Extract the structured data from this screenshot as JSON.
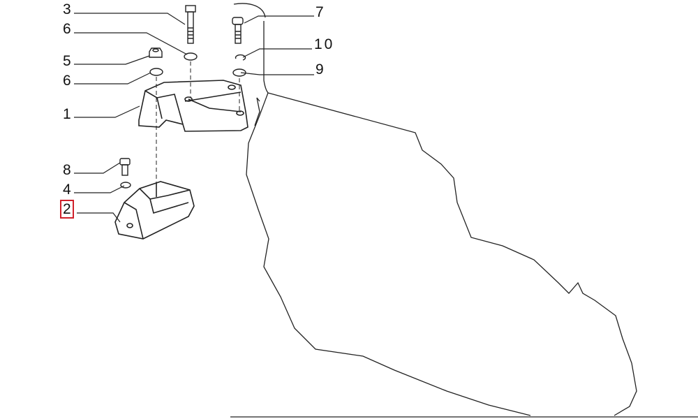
{
  "diagram": {
    "type": "exploded parts diagram",
    "highlight_color": "#d0202a",
    "callouts": [
      {
        "id": "3"
      },
      {
        "id": "6"
      },
      {
        "id": "5"
      },
      {
        "id": "6"
      },
      {
        "id": "1"
      },
      {
        "id": "8"
      },
      {
        "id": "4"
      },
      {
        "id": "2",
        "highlighted": true
      },
      {
        "id": "7"
      },
      {
        "id": "10"
      },
      {
        "id": "9"
      }
    ]
  }
}
